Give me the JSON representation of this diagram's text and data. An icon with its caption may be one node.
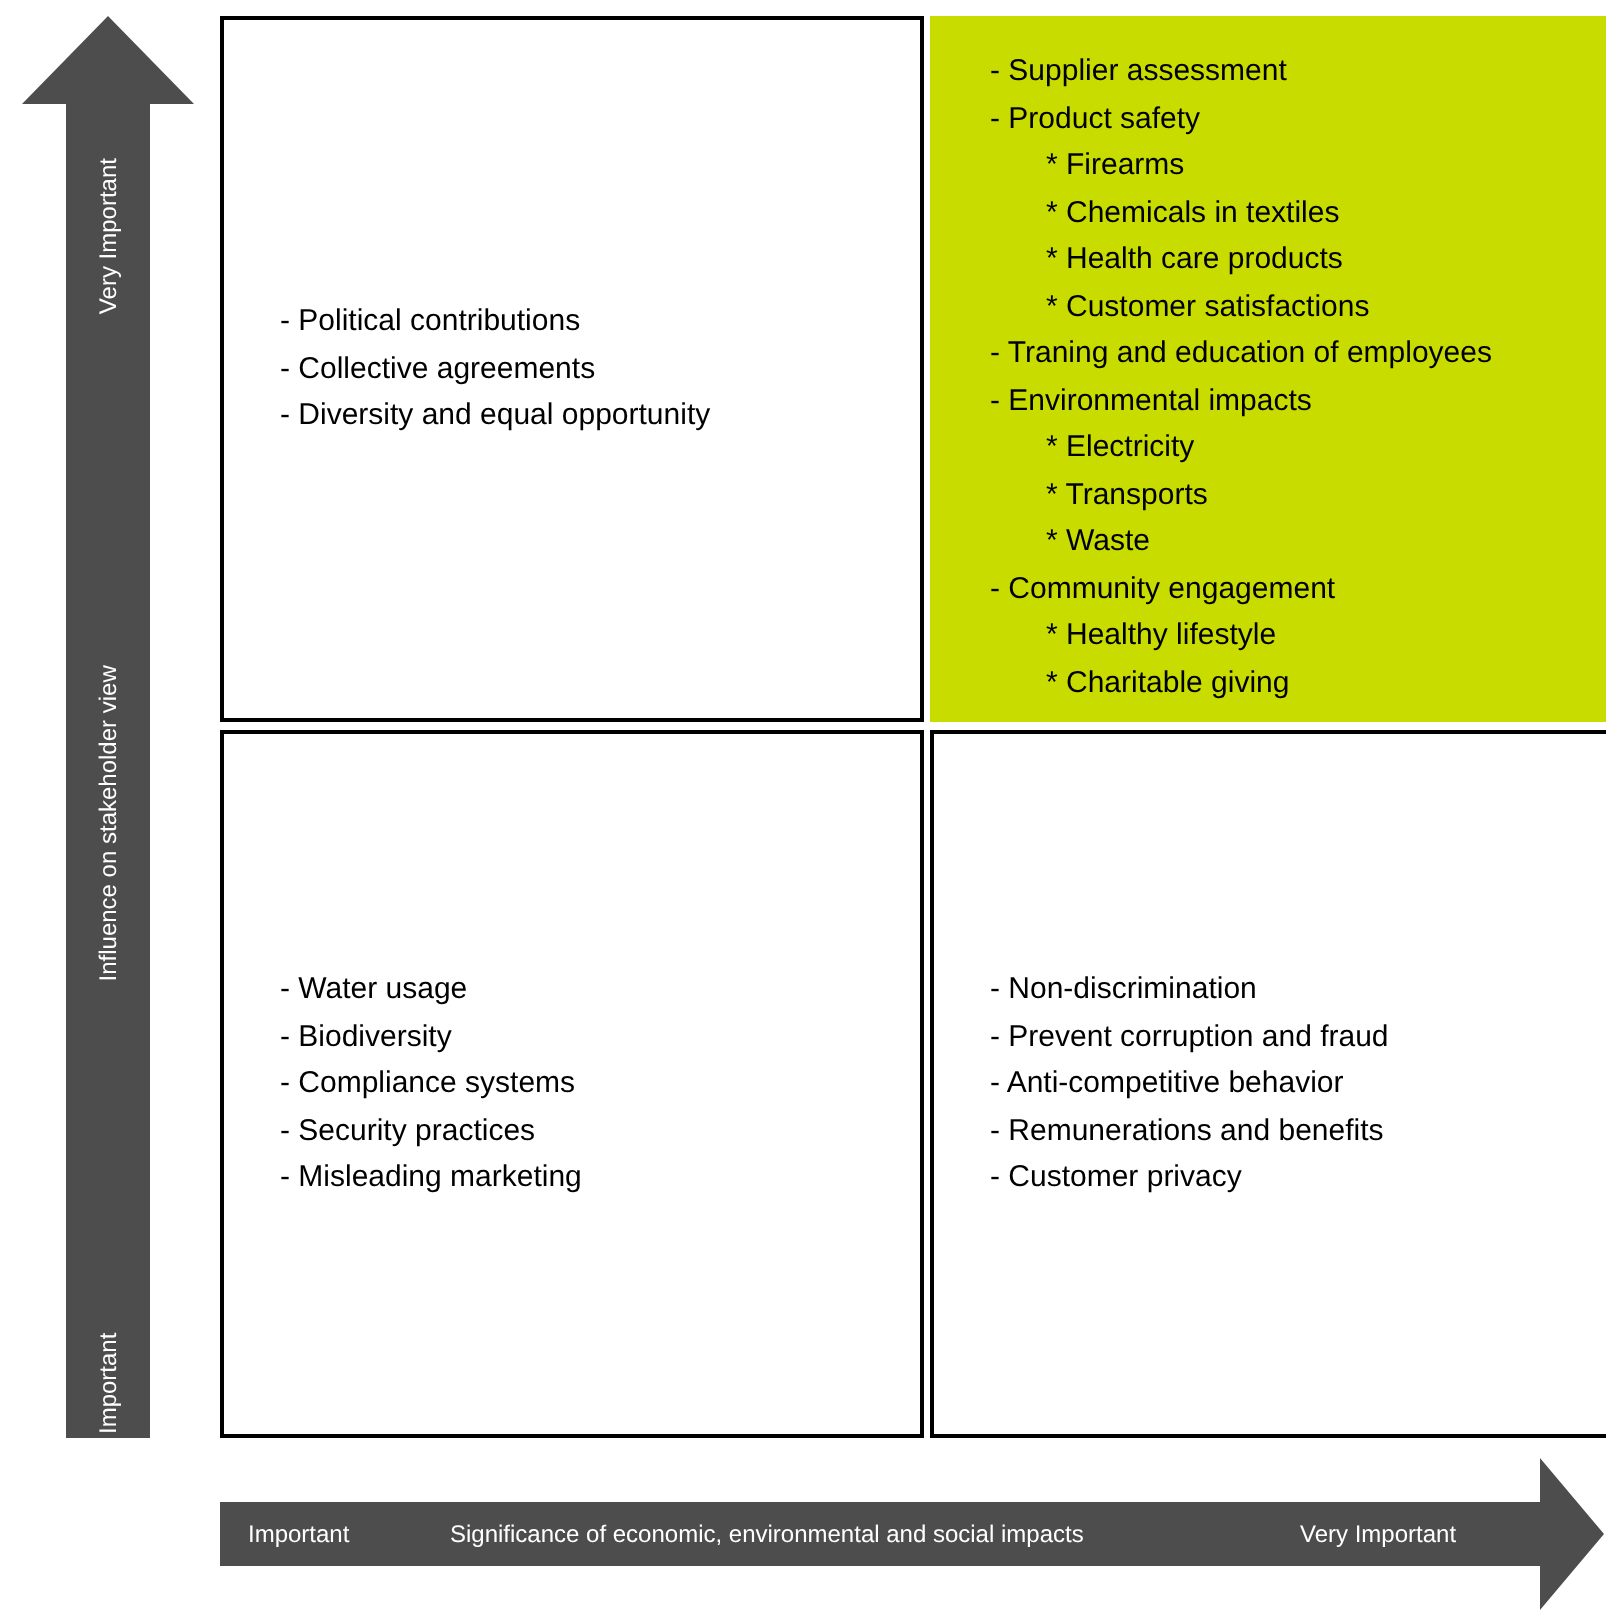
{
  "diagram": {
    "nodes": [
      {
        "text": [
          "- Political contributions",
          "- Collective agreements",
          "- Diversity and equal opportunity"
        ]
      },
      {
        "text": [
          "- Supplier assessment",
          "- Product safety",
          "* Firearms",
          "* Chemicals in textiles",
          "* Health care products",
          "* Customer satisfactions",
          "- Traning and education of employees",
          "- Environmental impacts",
          "* Electricity",
          "* Transports",
          "* Waste",
          "- Community engagement",
          "* Healthy lifestyle",
          "* Charitable giving"
        ]
      },
      {
        "text": [
          "- Water usage",
          "- Biodiversity",
          "- Compliance systems",
          "- Security practices",
          "- Misleading marketing"
        ]
      },
      {
        "text": [
          "- Non-discrimination",
          "- Prevent corruption and fraud",
          "- Anti-competitive behavior",
          "- Remunerations and benefits",
          "- Customer privacy"
        ]
      },
      {
        "text": [
          "Important",
          "Influence on stakeholder view",
          "Very Important"
        ]
      },
      {
        "text": [
          "Important",
          "Significance of economic, environmental and social impacts",
          "Very Important"
        ]
      }
    ]
  }
}
